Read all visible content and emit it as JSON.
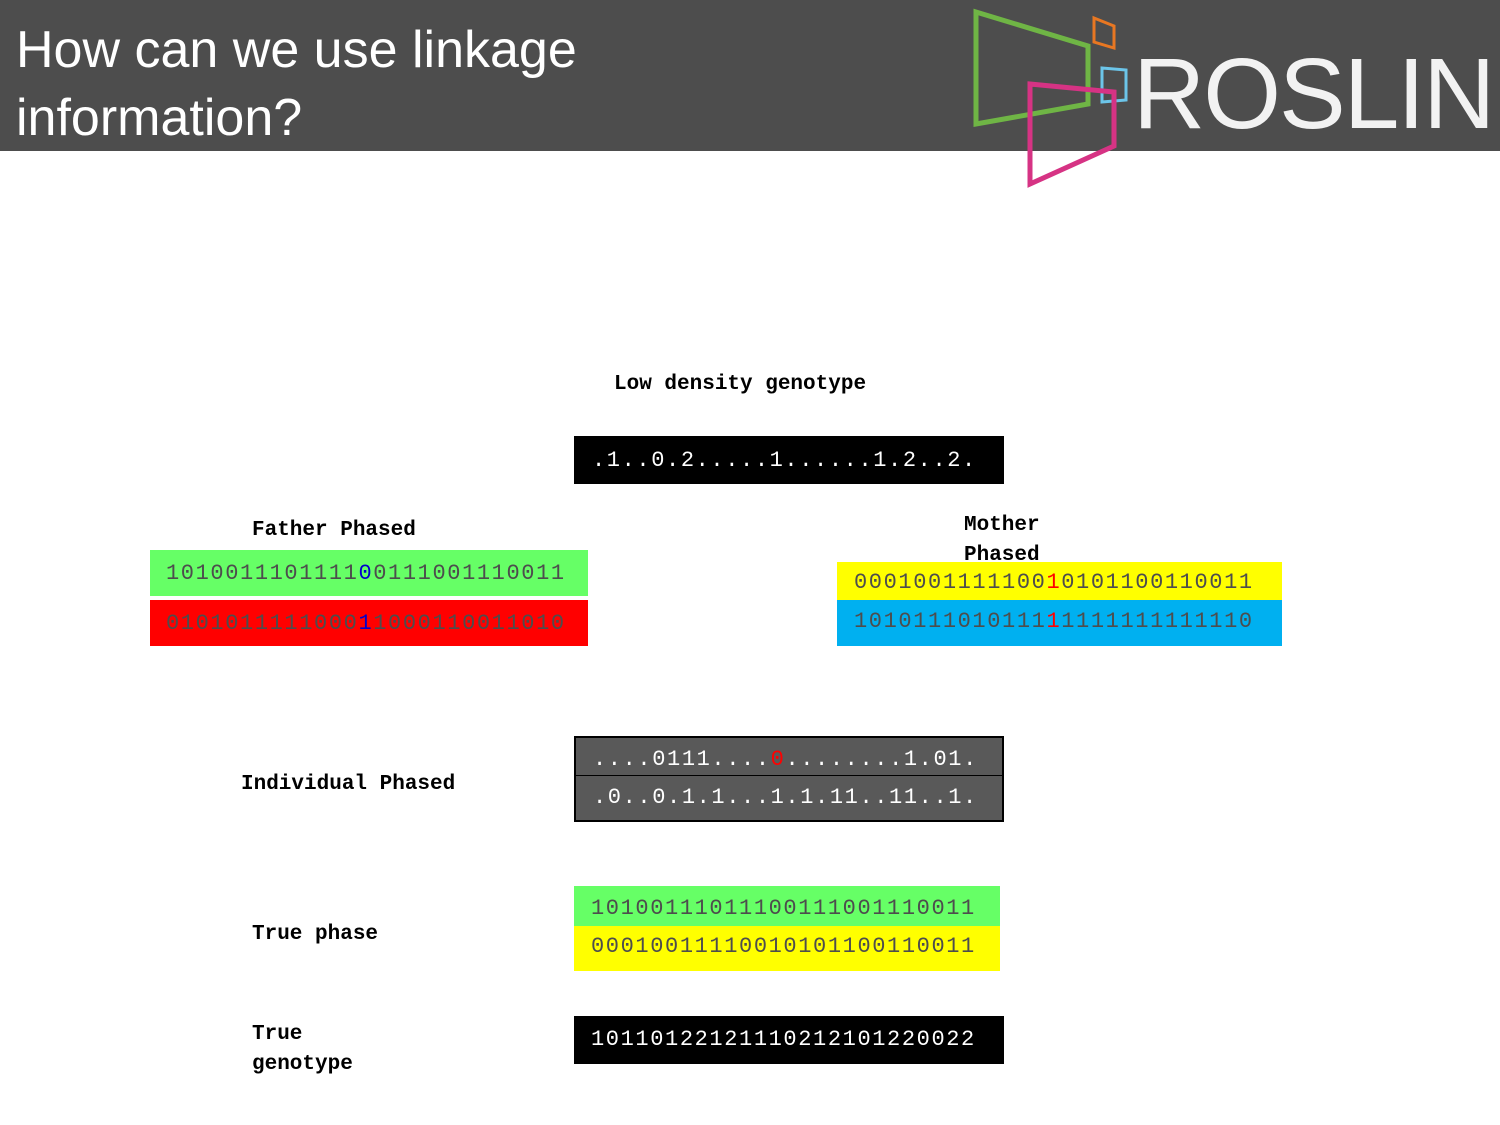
{
  "header": {
    "title_line1": "How can we use linkage",
    "title_line2": "information?",
    "logo_text": "ROSLIN"
  },
  "labels": {
    "low_density": "Low density genotype",
    "father": "Father Phased",
    "mother_line1": "Mother",
    "mother_line2": "Phased",
    "individual": "Individual Phased",
    "true_phase": "True phase",
    "true_genotype_line1": "True",
    "true_genotype_line2": "genotype"
  },
  "sequences": {
    "low_density": ".1..0.2.....1......1.2..2.",
    "father_hap1": {
      "pre": "1010011101111",
      "mark": "0",
      "post": "0111001110011"
    },
    "father_hap2": {
      "pre": "0101011111000",
      "mark": "1",
      "post": "1000110011010"
    },
    "mother_hap1": {
      "pre": "0001001111100",
      "mark": "1",
      "post": "0101100110011"
    },
    "mother_hap2": {
      "pre": "1010111010111",
      "mark": "1",
      "post": "1111111111110"
    },
    "individual_hap1": {
      "pre": "....0111....",
      "mark": "0",
      "post": "........1.01."
    },
    "individual_hap2": ".0..0.1.1...1.1.11..11..1.",
    "true_phase_hap1": "10100111011100111001110011",
    "true_phase_hap2": "00010011110010101100110011",
    "true_genotype": "10110122121110212101220022"
  },
  "colors": {
    "header_bg": "#4d4d4d",
    "green": "#66ff66",
    "red": "#ff0000",
    "yellow": "#ffff00",
    "blue": "#00b0f0",
    "black": "#000000",
    "gray": "#595959",
    "mark_blue": "#0000cc",
    "mark_red": "#ff0000"
  }
}
